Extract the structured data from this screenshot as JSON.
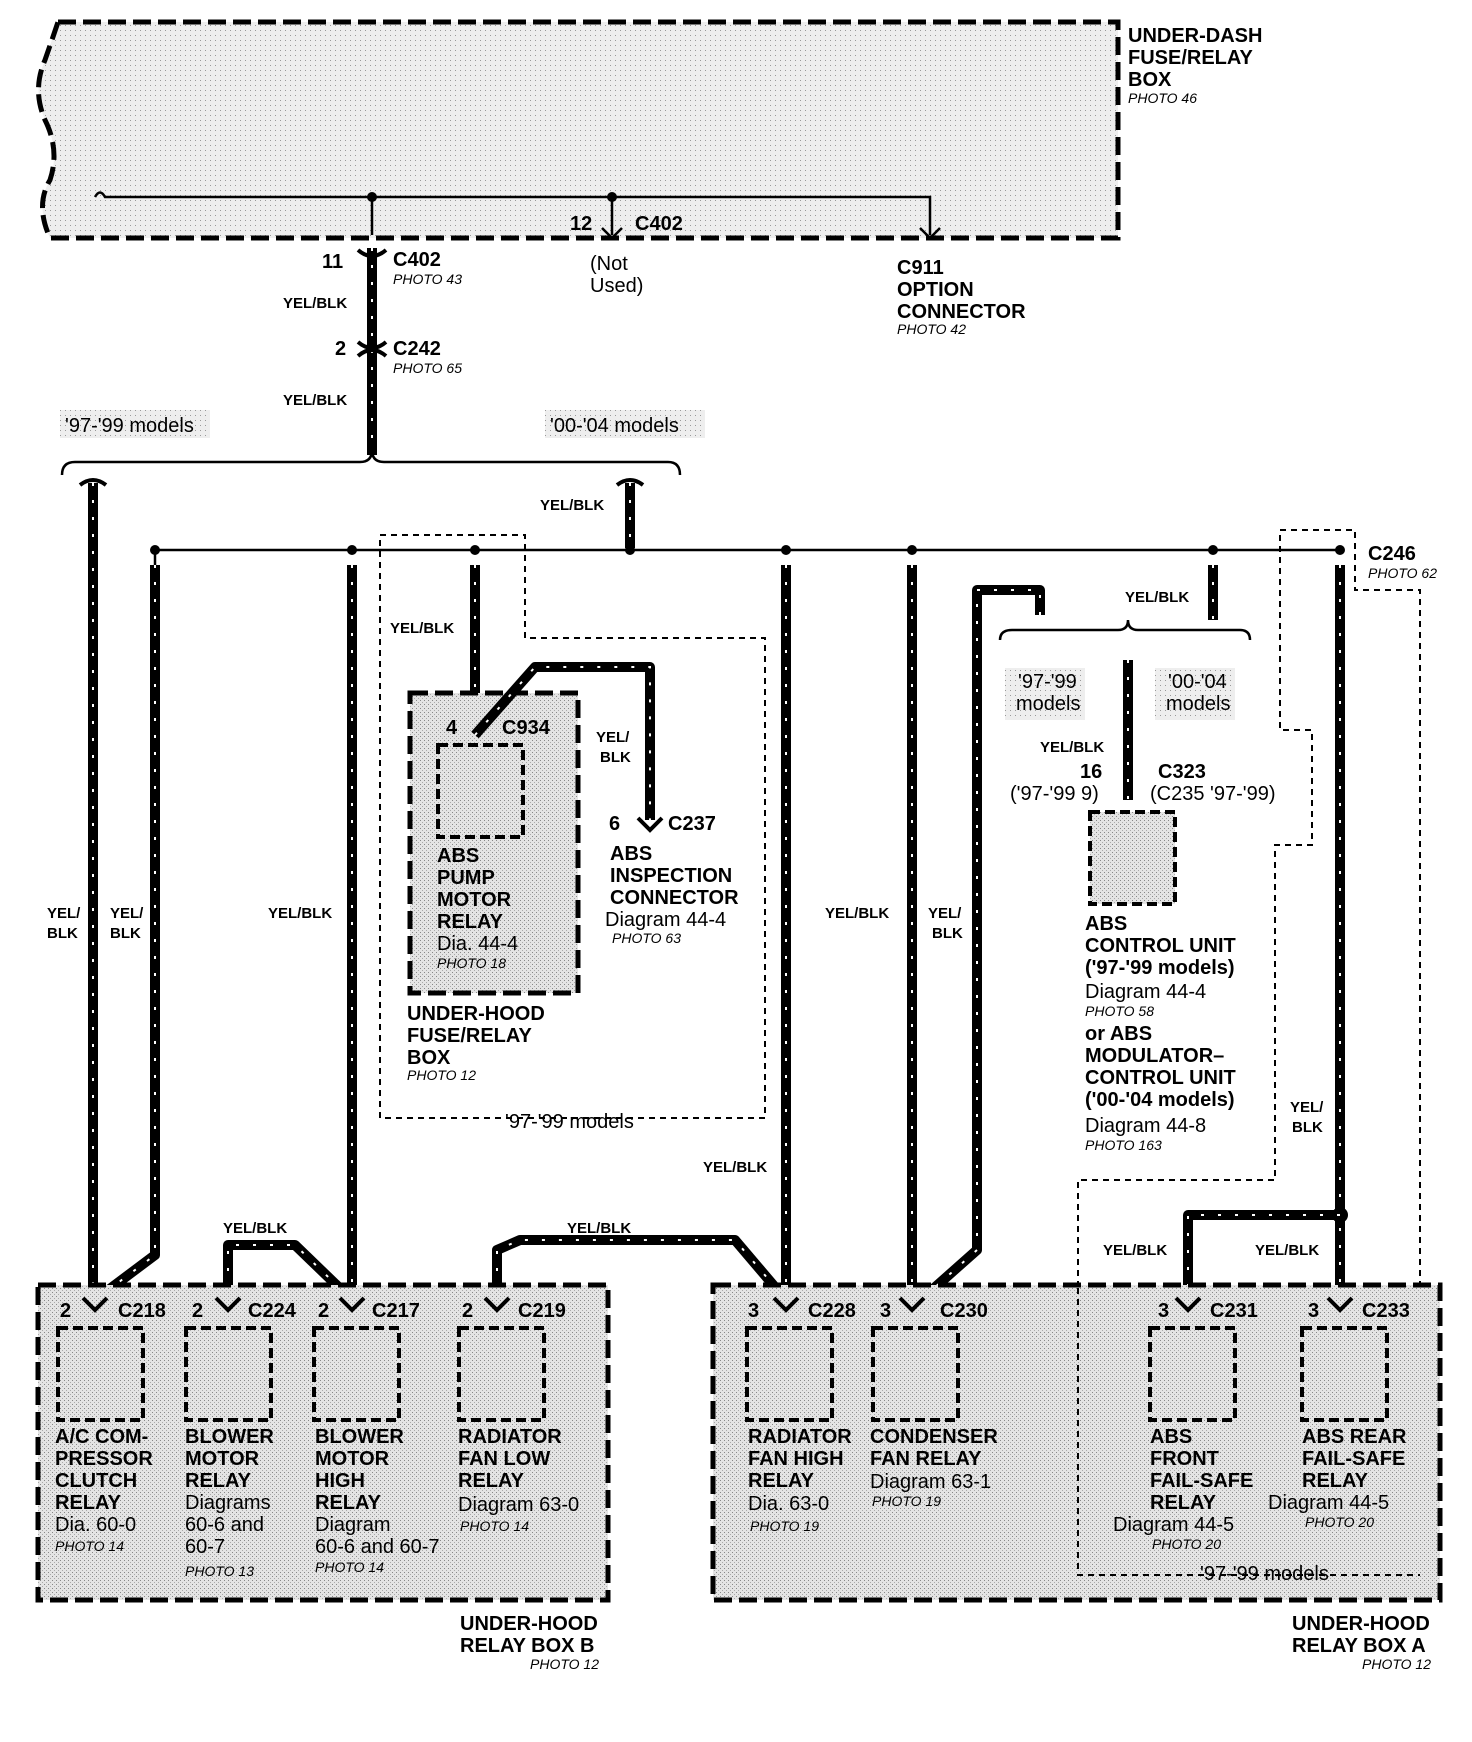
{
  "under_dash_box": {
    "title_l1": "UNDER-DASH",
    "title_l2": "FUSE/RELAY",
    "title_l3": "BOX",
    "photo": "PHOTO 46"
  },
  "c402_pin11": {
    "pin": "11",
    "conn": "C402",
    "photo": "PHOTO 43"
  },
  "c402_pin12": {
    "pin": "12",
    "conn": "C402",
    "status_l1": "(Not",
    "status_l2": "Used)"
  },
  "c911": {
    "conn": "C911",
    "name_l1": "OPTION",
    "name_l2": "CONNECTOR",
    "photo": "PHOTO 42"
  },
  "c242": {
    "pin": "2",
    "conn": "C242",
    "photo": "PHOTO 65"
  },
  "wire_color": "YEL/BLK",
  "wire_color_split_l1": "YEL/",
  "wire_color_split_l2": "BLK",
  "models_97_99": "'97-'99 models",
  "models_00_04": "'00-'04 models",
  "models_97_99_l1": "'97-'99",
  "models_00_04_l1": "'00-'04",
  "models_word": "models",
  "c934": {
    "pin": "4",
    "conn": "C934"
  },
  "abs_pump_relay": {
    "l1": "ABS",
    "l2": "PUMP",
    "l3": "MOTOR",
    "l4": "RELAY",
    "diagram": "Dia. 44-4",
    "photo": "PHOTO 18"
  },
  "under_hood_fuse_box": {
    "l1": "UNDER-HOOD",
    "l2": "FUSE/RELAY",
    "l3": "BOX",
    "photo": "PHOTO 12"
  },
  "c237": {
    "pin": "6",
    "conn": "C237",
    "l1": "ABS",
    "l2": "INSPECTION",
    "l3": "CONNECTOR",
    "diagram": "Diagram 44-4",
    "photo": "PHOTO 63"
  },
  "c246": {
    "conn": "C246",
    "photo": "PHOTO 62"
  },
  "c323": {
    "pin": "16",
    "pin_alt": "('97-'99 9)",
    "conn": "C323",
    "conn_alt": "(C235 '97-'99)"
  },
  "abs_control_unit": {
    "l1": "ABS",
    "l2": "CONTROL UNIT",
    "l3": "('97-'99 models)",
    "diagram1": "Diagram 44-4",
    "photo1": "PHOTO 58",
    "l4": "or ABS",
    "l5": "MODULATOR–",
    "l6": "CONTROL UNIT",
    "l7": "('00-'04 models)",
    "diagram2": "Diagram 44-8",
    "photo2": "PHOTO 163"
  },
  "relay_box_b": {
    "l1": "UNDER-HOOD",
    "l2": "RELAY BOX B",
    "photo": "PHOTO 12",
    "relays": [
      {
        "pin": "2",
        "conn": "C218",
        "lines": [
          "A/C COM-",
          "PRESSOR",
          "CLUTCH",
          "RELAY"
        ],
        "diagram": [
          "Dia. 60-0"
        ],
        "photo": "PHOTO 14"
      },
      {
        "pin": "2",
        "conn": "C224",
        "lines": [
          "BLOWER",
          "MOTOR",
          "RELAY"
        ],
        "diagram": [
          "Diagrams",
          "60-6 and",
          "60-7"
        ],
        "photo": "PHOTO 13"
      },
      {
        "pin": "2",
        "conn": "C217",
        "lines": [
          "BLOWER",
          "MOTOR",
          "HIGH",
          "RELAY"
        ],
        "diagram": [
          "Diagram",
          "60-6 and 60-7"
        ],
        "photo": "PHOTO 14"
      },
      {
        "pin": "2",
        "conn": "C219",
        "lines": [
          "RADIATOR",
          "FAN LOW",
          "RELAY"
        ],
        "diagram": [
          "Diagram 63-0"
        ],
        "photo": "PHOTO 14"
      }
    ]
  },
  "relay_box_a": {
    "l1": "UNDER-HOOD",
    "l2": "RELAY BOX A",
    "photo": "PHOTO 12",
    "relays": [
      {
        "pin": "3",
        "conn": "C228",
        "lines": [
          "RADIATOR",
          "FAN HIGH",
          "RELAY"
        ],
        "diagram": [
          "Dia. 63-0"
        ],
        "photo": "PHOTO 19"
      },
      {
        "pin": "3",
        "conn": "C230",
        "lines": [
          "CONDENSER",
          "FAN RELAY"
        ],
        "diagram": [
          "Diagram 63-1"
        ],
        "photo": "PHOTO 19"
      },
      {
        "pin": "3",
        "conn": "C231",
        "lines": [
          "ABS",
          "FRONT",
          "FAIL-SAFE",
          "RELAY"
        ],
        "diagram": [
          "Diagram 44-5"
        ],
        "photo": "PHOTO 20"
      },
      {
        "pin": "3",
        "conn": "C233",
        "lines": [
          "ABS REAR",
          "FAIL-SAFE",
          "RELAY"
        ],
        "diagram": [
          "Diagram 44-5"
        ],
        "photo": "PHOTO 20"
      }
    ]
  }
}
